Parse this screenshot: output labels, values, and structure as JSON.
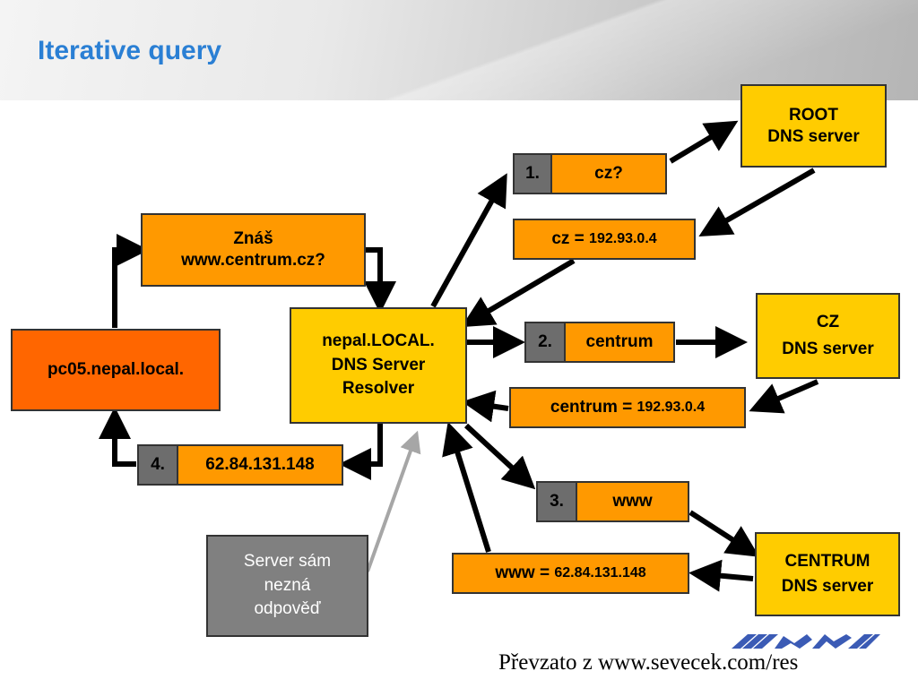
{
  "title": "Iterative query",
  "nodes": {
    "client": "pc05.nepal.local.",
    "question": [
      "Znáš",
      "www.centrum.cz?"
    ],
    "resolver": [
      "nepal.LOCAL.",
      "DNS Server",
      "Resolver"
    ],
    "root": [
      "ROOT",
      "DNS server"
    ],
    "cz": [
      "CZ",
      "DNS server"
    ],
    "centrum": [
      "CENTRUM",
      "DNS server"
    ],
    "note": [
      "Server sám",
      "nezná",
      "odpověď"
    ]
  },
  "steps": [
    {
      "num": "1.",
      "query": "cz?",
      "answer_prefix": "cz = ",
      "answer_value": "192.93.0.4"
    },
    {
      "num": "2.",
      "query": "centrum",
      "answer_prefix": "centrum = ",
      "answer_value": "192.93.0.4"
    },
    {
      "num": "3.",
      "query": "www",
      "answer_prefix": "www = ",
      "answer_value": "62.84.131.148"
    },
    {
      "num": "4.",
      "query": "62.84.131.148"
    }
  ],
  "credit": "Převzato z www.sevecek.com/res"
}
